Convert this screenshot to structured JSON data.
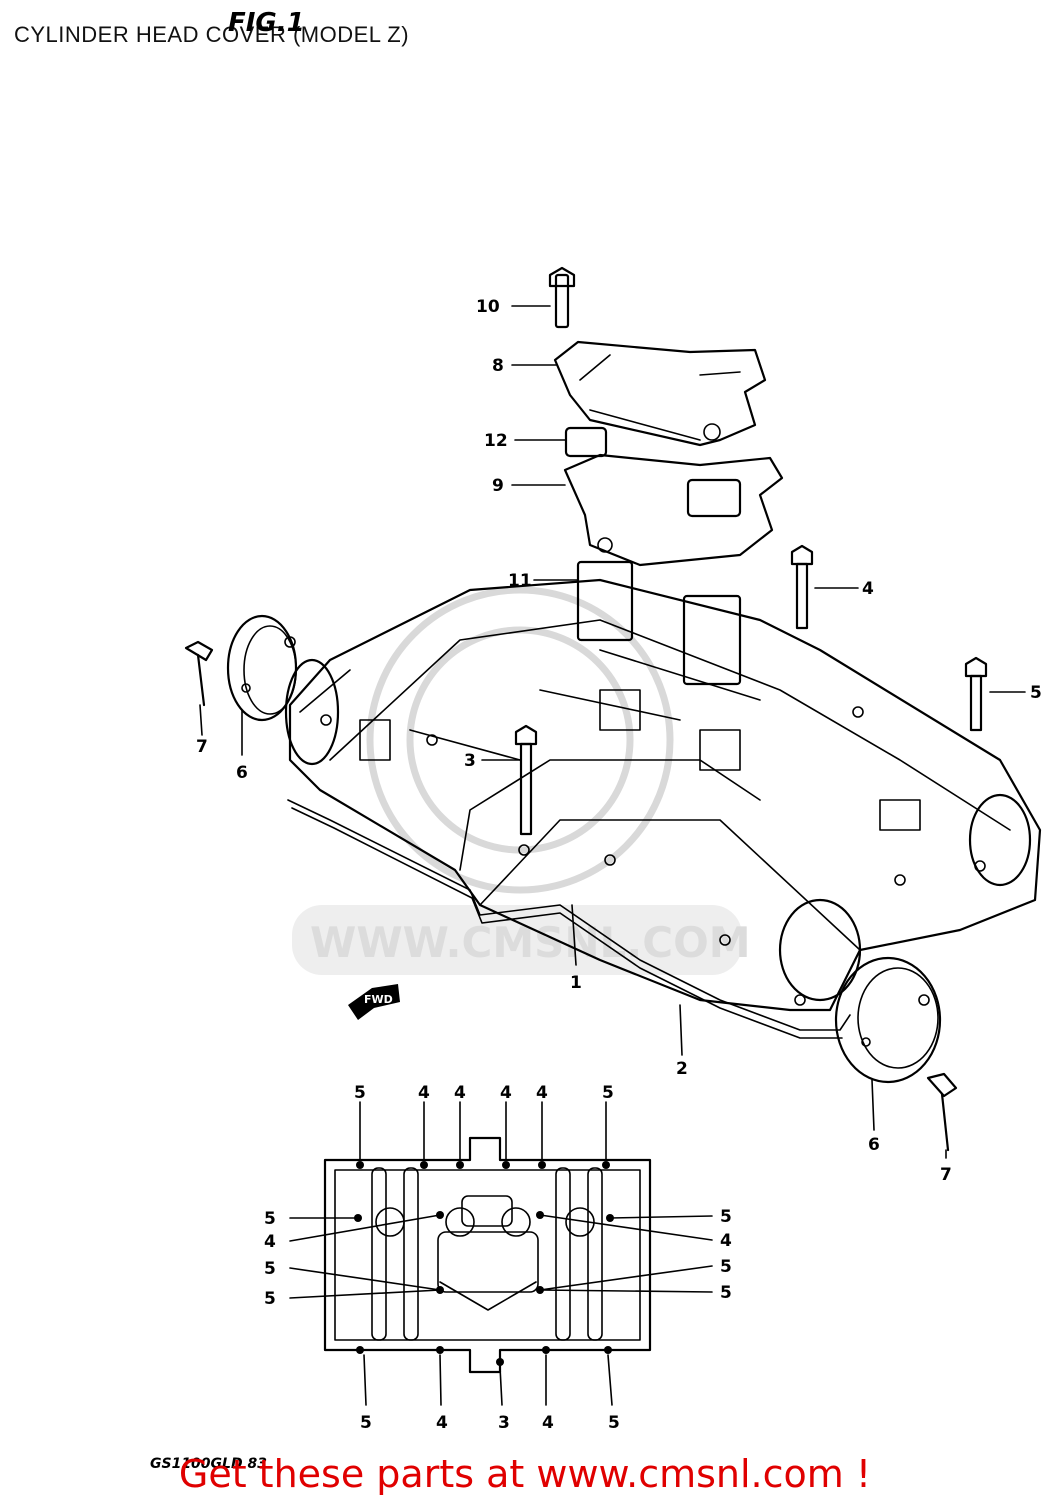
{
  "header": {
    "title": "CYLINDER HEAD COVER (MODEL Z)",
    "figure_label": "FIG.1"
  },
  "watermark": {
    "text": "WWW.CMSNL.COM"
  },
  "fwd_arrow": {
    "label": "FWD"
  },
  "callouts": [
    {
      "id": "c10",
      "text": "10"
    },
    {
      "id": "c8",
      "text": "8"
    },
    {
      "id": "c12",
      "text": "12"
    },
    {
      "id": "c9",
      "text": "9"
    },
    {
      "id": "c11",
      "text": "11"
    },
    {
      "id": "c4",
      "text": "4"
    },
    {
      "id": "c5",
      "text": "5"
    },
    {
      "id": "c7a",
      "text": "7"
    },
    {
      "id": "c6a",
      "text": "6"
    },
    {
      "id": "c3",
      "text": "3"
    },
    {
      "id": "c1",
      "text": "1"
    },
    {
      "id": "c2",
      "text": "2"
    },
    {
      "id": "c6b",
      "text": "6"
    },
    {
      "id": "c7b",
      "text": "7"
    }
  ],
  "bolt_pattern": {
    "top": [
      "5",
      "4",
      "4",
      "4",
      "4",
      "5"
    ],
    "left": [
      "5",
      "4",
      "5",
      "5"
    ],
    "right": [
      "5",
      "4",
      "5",
      "5"
    ],
    "bottom": [
      "5",
      "4",
      "3",
      "4",
      "5"
    ]
  },
  "footer": {
    "code": "GS1100GLD 83",
    "ad_text": "Get these parts at www.cmsnl.com !"
  }
}
